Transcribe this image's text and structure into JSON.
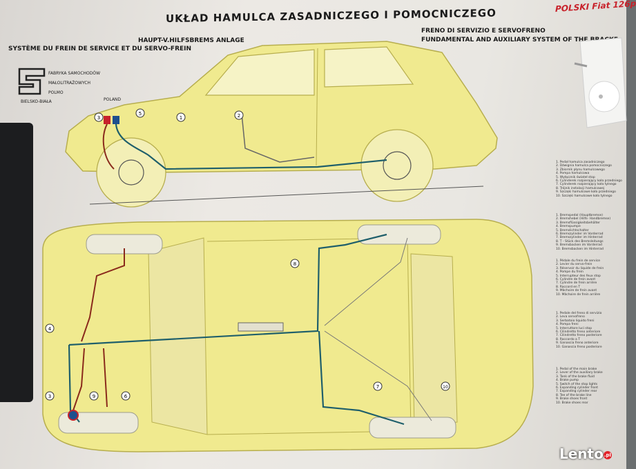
{
  "poster": {
    "title_pl": "UKŁAD HAMULCA ZASADNICZEGO I POMOCNICZEGO",
    "title_de": "HAUPT-V.HILFSBREMS ANLAGE",
    "title_fr": "SYSTÈME DU FREIN DE SERVICE ET DU SERVO-FREIN",
    "title_it": "FRENO DI SERVIZIO E SERVOFRENO",
    "title_en": "FUNDAMENTAL AND AUXILIARY SYSTEM OF THE BRACKE",
    "brand": "POLSKI Fiat 126p",
    "manufacturer_lines": [
      "FABRYKA SAMOCHODÓW",
      "MAŁOLITRAŻOWYCH",
      "POLMO"
    ],
    "city": "BIELSKO-BIAŁA",
    "country": "POLAND"
  },
  "callouts": {
    "side": [
      "1",
      "2",
      "3",
      "5"
    ],
    "plan": [
      "8",
      "4",
      "3",
      "9",
      "6",
      "7",
      "10"
    ]
  },
  "legend": {
    "polish": [
      "1. Pedał hamulca zasadniczego",
      "2. Dźwignia hamulca pomocniczego",
      "3. Zbiornik płynu hamulcowego",
      "4. Pompa hamulcowa",
      "5. Wyłącznik świateł stop",
      "6. Cylinderek rozpierający koła przedniego",
      "7. Cylinderek rozpierający koła tylnego",
      "8. Trójnik instalacji hamulcowej",
      "9. Szczęki hamulcowe koła przedniego",
      "10. Szczęki hamulcowe koła tylnego"
    ],
    "german": [
      "1. Bremspedal (Hauptbremse)",
      "2. Bremshebel (Hilfs- Handbremse)",
      "3. Bremsflüssigkeitsbehälter",
      "4. Bremspumpe",
      "5. Bremslichtschalter",
      "6. Bremszylinder im Vorderrad",
      "7. Bremszylinder im Hinterrad",
      "8. T - Stück des Bremsleitungs",
      "9. Bremsbacken im Vorderrad",
      "10. Bremsbacken im Hinterrad"
    ],
    "french": [
      "1. Pédale du frein de service",
      "2. Levier du servo-frein",
      "3. Réservoir du liquide de frein",
      "4. Pompe du frein",
      "5. Interrupteur des feux stop",
      "6. Cylindre de frein avant",
      "7. Cylindre de frein arrière",
      "8. Raccord en T",
      "9. Mâchoire de frein avant",
      "10. Mâchoire de frein arrière"
    ],
    "italian": [
      "1. Pedale del freno di servizio",
      "2. Leva servofreno",
      "3. Serbatoio liquido freni",
      "4. Pompa freni",
      "5. Interruttore luci stop",
      "6. Cilindretto freno anteriore",
      "7. Cilindretto freno posteriore",
      "8. Raccordo a T",
      "9. Ganascia freno anteriore",
      "10. Ganascia freno posteriore"
    ],
    "english": [
      "1. Pedal of the main brake",
      "2. Lever of the auxiliary brake",
      "3. Tank of the brake fluid",
      "4. Brake pump",
      "5. Switch of the stop lights",
      "6. Expanding cylinder front",
      "7. Expanding cylinder rear",
      "8. Tee of the brake line",
      "9. Brake shoes front",
      "10. Brake shoes rear"
    ]
  },
  "watermark": {
    "text": "Lento",
    "suffix": ".pl"
  },
  "colors": {
    "car_fill": "#f0ea8f",
    "car_outline": "#b7ae4e",
    "brake_line": "#1f5f6b",
    "fluid_line": "#8a2a1c",
    "reservoir_red": "#c8222b",
    "reservoir_blue": "#1d4f8e"
  }
}
